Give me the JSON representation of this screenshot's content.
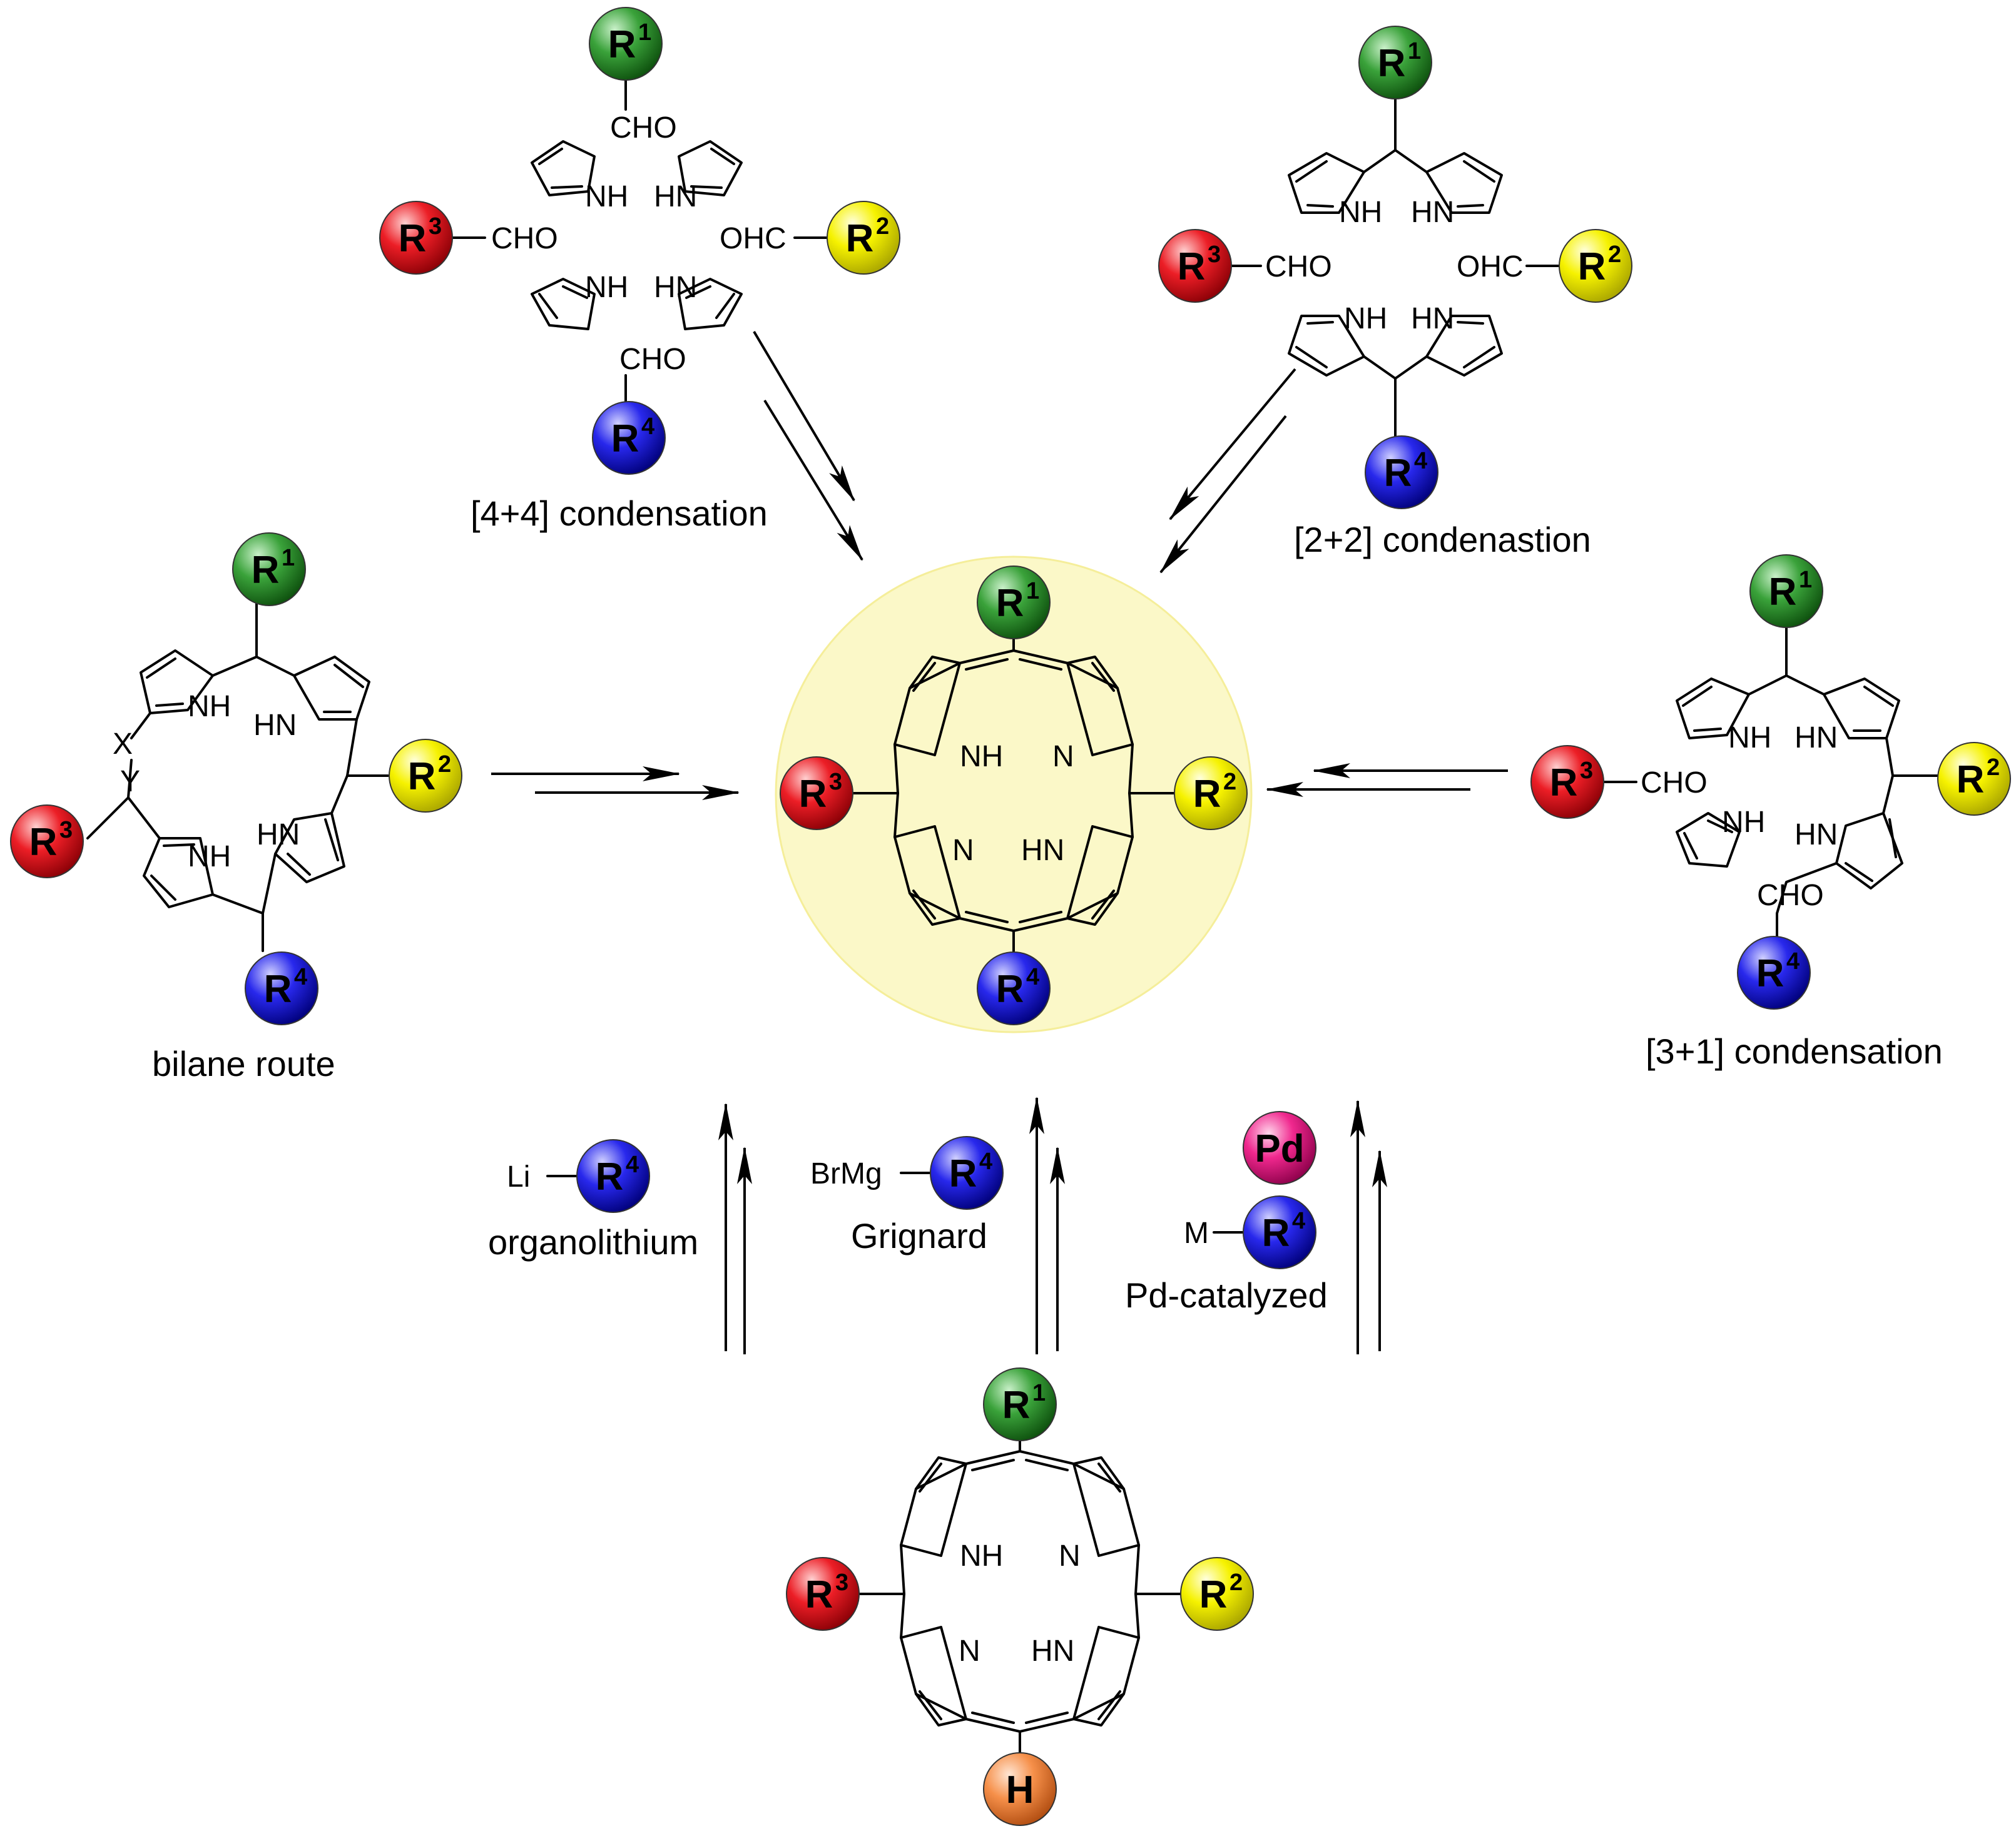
{
  "colors": {
    "green": "#2e8b2e",
    "yellow": "#f2ee00",
    "red": "#e8141e",
    "blue": "#1a1ae0",
    "pink": "#ee1e8c",
    "orange": "#f48a40",
    "highlight": "#fbf8c8"
  },
  "labels": {
    "r1": "R",
    "r1_sup": "1",
    "r2": "R",
    "r2_sup": "2",
    "r3": "R",
    "r3_sup": "3",
    "r4": "R",
    "r4_sup": "4",
    "h": "H",
    "pd": "Pd",
    "cho": "CHO",
    "ohc": "OHC",
    "nh": "NH",
    "hn": "HN",
    "n": "N",
    "x": "X",
    "y": "Y",
    "li": "Li",
    "brmg": "BrMg",
    "m": "M"
  },
  "captions": {
    "c44": "[4+4] condensation",
    "c22": "[2+2] condenastion",
    "bilane": "bilane route",
    "c31": "[3+1] condensation",
    "organolithium": "organolithium",
    "grignard": "Grignard",
    "pd_catalyzed": "Pd-catalyzed"
  }
}
